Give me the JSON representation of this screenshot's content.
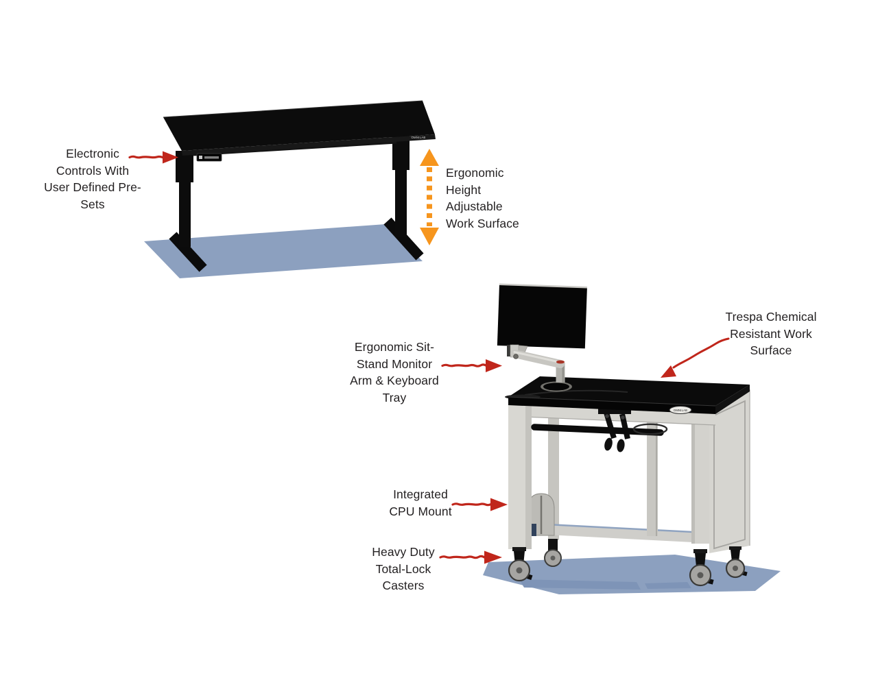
{
  "colors": {
    "background": "#ffffff",
    "text": "#221f20",
    "arrow-red": "#c0261b",
    "arrow-orange": "#f6951d",
    "shadow-blue": "#8ca0bf",
    "product-black": "#0c0c0c",
    "cart-frame-gray": "#d7d6d1"
  },
  "products": {
    "desk": {
      "brand_label": "OMNILAB"
    },
    "cart": {
      "brand_label": "OMNILAB"
    }
  },
  "annotations": {
    "electronic_controls": {
      "text": "Electronic\nControls With\nUser Defined Pre-\nSets",
      "arrow": "red, pointing right"
    },
    "height_adjustable": {
      "text": "Ergonomic\nHeight\nAdjustable\nWork Surface",
      "arrow": "orange, vertical double-headed dashed"
    },
    "monitor_arm": {
      "text": "Ergonomic Sit-\nStand Monitor\nArm & Keyboard\nTray",
      "arrow": "red, pointing right"
    },
    "work_surface": {
      "text": "Trespa Chemical\nResistant Work\nSurface",
      "arrow": "red, pointing down-left"
    },
    "cpu_mount": {
      "text": "Integrated\nCPU Mount",
      "arrow": "red, pointing right"
    },
    "casters": {
      "text": "Heavy Duty\nTotal-Lock\nCasters",
      "arrow": "red, pointing right"
    }
  }
}
